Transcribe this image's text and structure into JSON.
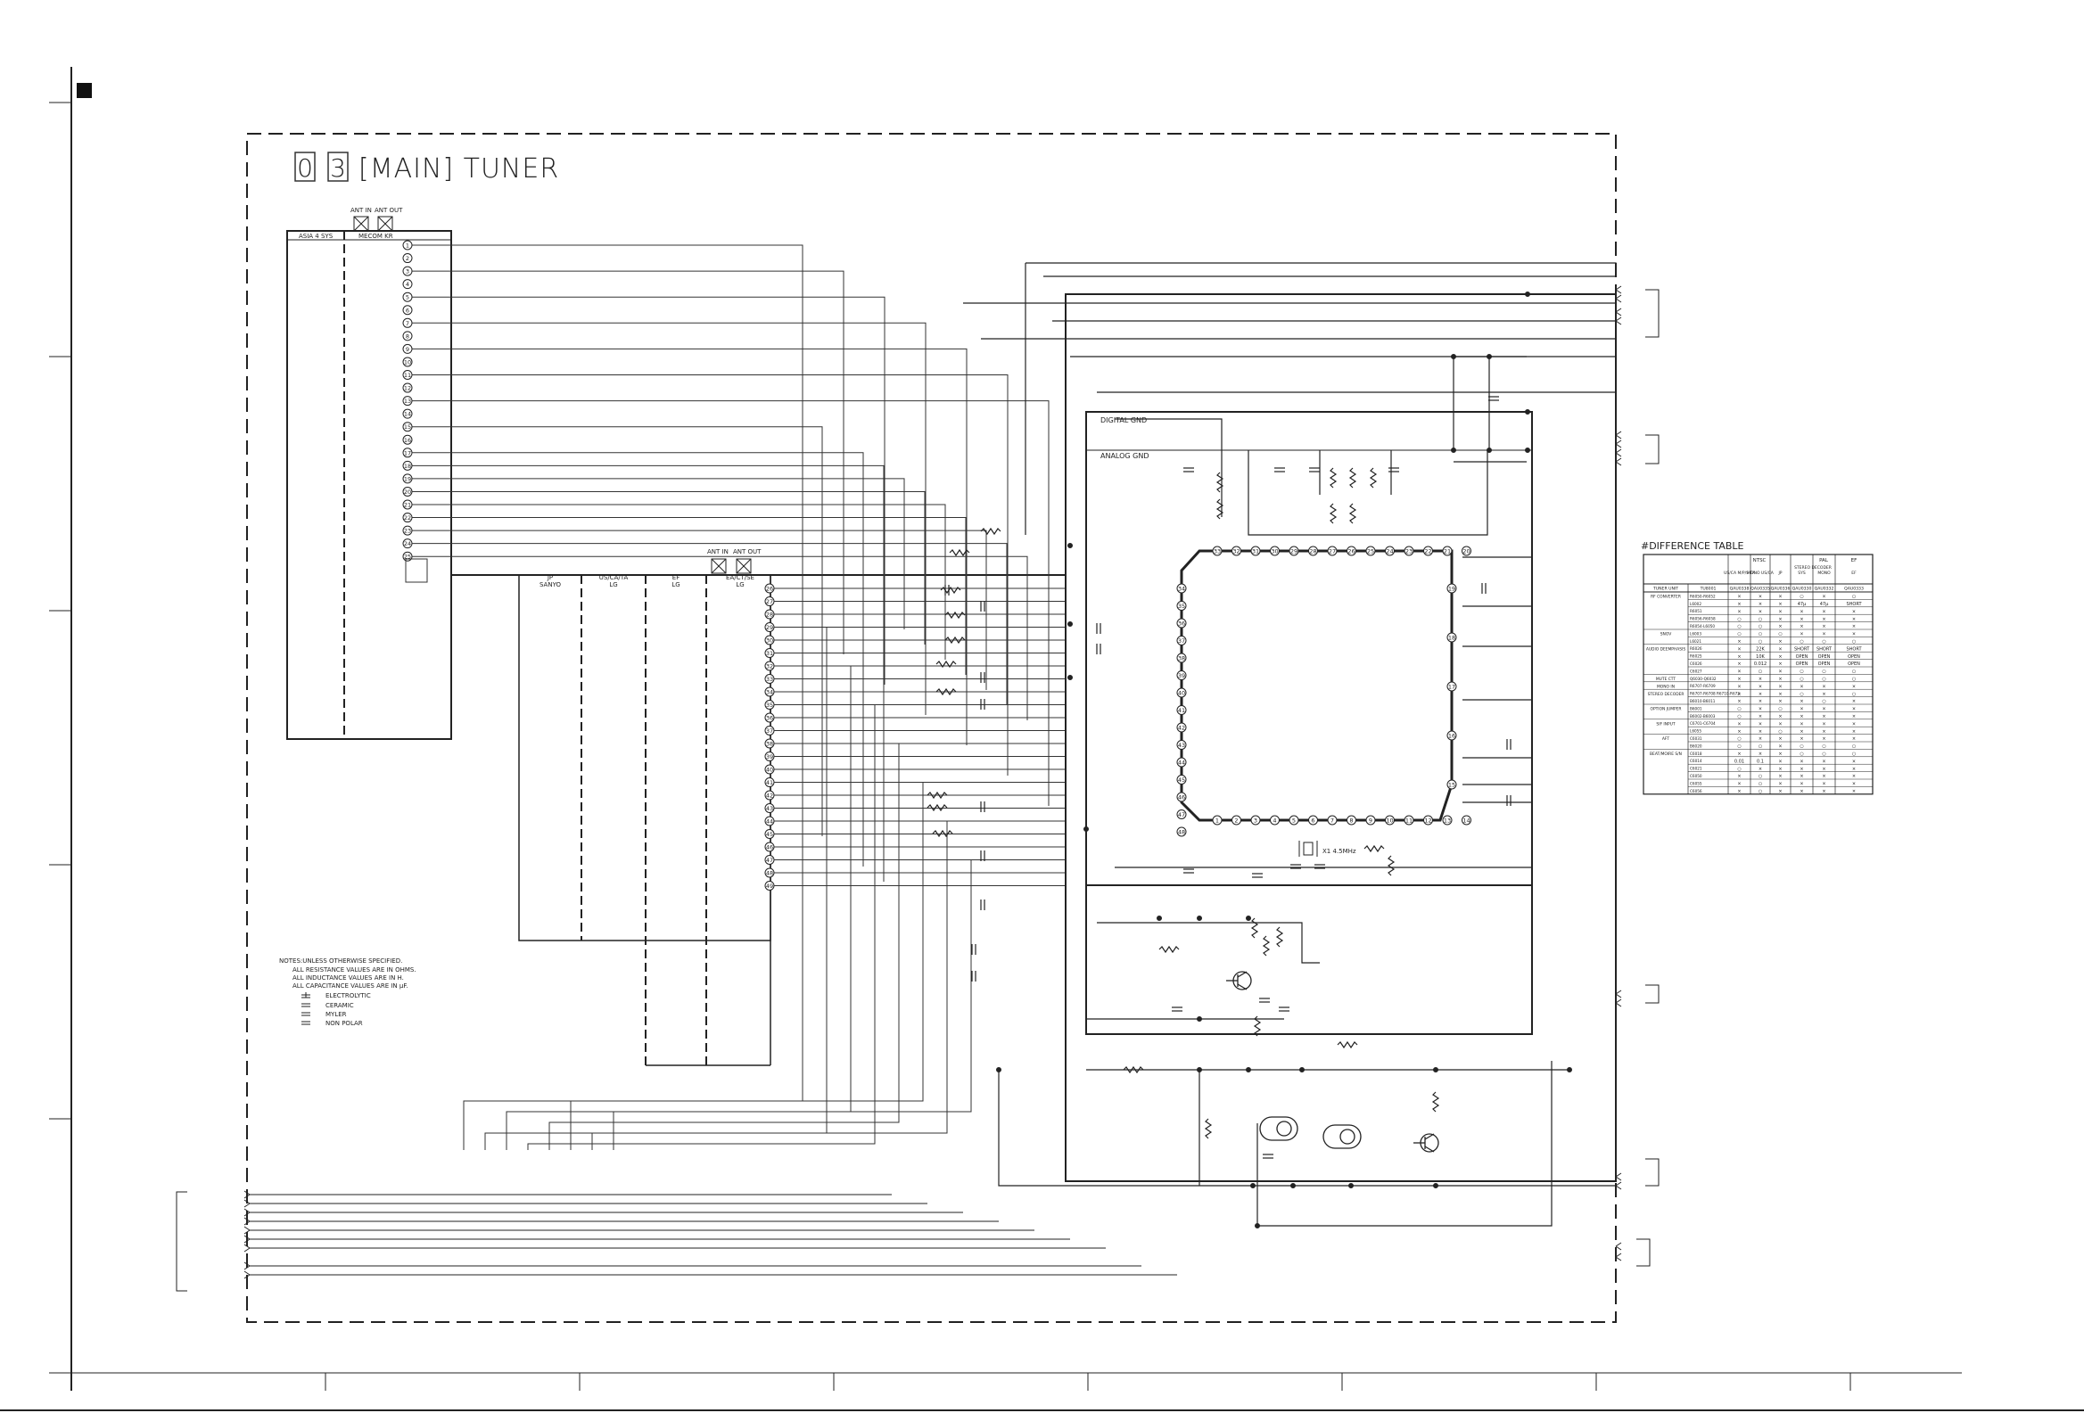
{
  "title": {
    "digits": [
      "0",
      "3"
    ],
    "text": "[MAIN] TUNER"
  },
  "connectors": {
    "ant_in": "ANT IN",
    "ant_out": "ANT OUT",
    "left_module_a": "ASIA 4 SYS",
    "left_module_b": "MECOM KR",
    "module_jp": "JP",
    "module_jp_maker": "SANYO",
    "module_us": "US/CA/TA",
    "module_us_maker": "LG",
    "module_ef": "EF",
    "module_ef_maker": "LG",
    "module_ea": "EA/CT/SE",
    "module_ea_maker": "LG"
  },
  "pins_left": [
    "1",
    "2",
    "3",
    "4",
    "5",
    "6",
    "7",
    "8",
    "9",
    "10",
    "11",
    "12",
    "13",
    "14",
    "15",
    "16",
    "17",
    "18",
    "19",
    "20",
    "21",
    "22",
    "23",
    "24",
    "25"
  ],
  "pins_mid": [
    "26",
    "27",
    "28",
    "29",
    "30",
    "31",
    "32",
    "33",
    "34",
    "35",
    "36",
    "37",
    "38",
    "39",
    "40",
    "41",
    "42",
    "43",
    "44",
    "45",
    "46",
    "47",
    "48",
    "49"
  ],
  "ic": {
    "top_pins": [
      "33",
      "32",
      "31",
      "30",
      "29",
      "28",
      "27",
      "26",
      "25",
      "24",
      "23",
      "22",
      "21",
      "20"
    ],
    "bottom_pins": [
      "1",
      "2",
      "3",
      "4",
      "5",
      "6",
      "7",
      "8",
      "9",
      "10",
      "11",
      "12",
      "13",
      "14"
    ],
    "left_pins": [
      "34",
      "35",
      "36",
      "37",
      "38",
      "39",
      "40",
      "41",
      "42",
      "43",
      "44",
      "45",
      "46",
      "47",
      "48"
    ],
    "right_pins": [
      "19",
      "18",
      "17",
      "16",
      "15"
    ],
    "crystal": "X1 4.5MHz"
  },
  "ground_labels": {
    "digital": "DIGITAL GND",
    "analog": "ANALOG GND"
  },
  "notes": {
    "heading": "NOTES:UNLESS OTHERWISE SPECIFIED.",
    "lines": [
      "ALL RESISTANCE VALUES ARE IN OHMS.",
      "ALL INDUCTANCE VALUES ARE IN H.",
      "ALL CAPACITANCE VALUES ARE IN µF."
    ],
    "legend": [
      "ELECTROLYTIC",
      "CERAMIC",
      "MYLER",
      "NON POLAR"
    ]
  },
  "difference_table": {
    "title": "#DIFFERENCE TABLE",
    "group_headers": [
      "NTSC",
      "PAL",
      "EF"
    ],
    "sub_headers": [
      "US/CA M/P/S TA",
      "MONO US/CA",
      "JP",
      "STEREO DECODER",
      "SYS",
      "MONO",
      "EF"
    ],
    "model_row": [
      "TUNER UNIT",
      "TU8001",
      "QAU0338",
      "QAU0335",
      "QAU0336",
      "QAU0330",
      "QAU0332",
      "QAU0333"
    ],
    "rows": [
      {
        "group": "RF CONVERTER",
        "part": "R6050-R6052",
        "cells": [
          "×",
          "×",
          "×",
          "○",
          "×",
          "○"
        ]
      },
      {
        "group": "",
        "part": "L6002",
        "cells": [
          "×",
          "×",
          "×",
          "47µ",
          "47µ",
          "SHORT"
        ]
      },
      {
        "group": "",
        "part": "R6051",
        "cells": [
          "×",
          "×",
          "×",
          "×",
          "×",
          "×"
        ]
      },
      {
        "group": "",
        "part": "R6056-R6058",
        "cells": [
          "○",
          "○",
          "×",
          "×",
          "×",
          "×"
        ]
      },
      {
        "group": "",
        "part": "R6054-L6050",
        "cells": [
          "○",
          "○",
          "×",
          "×",
          "×",
          "×"
        ]
      },
      {
        "group": "SNOV",
        "part": "L6003",
        "cells": [
          "○",
          "○",
          "○",
          "×",
          "×",
          "×"
        ]
      },
      {
        "group": "",
        "part": "L6021",
        "cells": [
          "×",
          "○",
          "×",
          "○",
          "○",
          "○"
        ]
      },
      {
        "group": "AUDIO DEEMPHASIS",
        "part": "R6026",
        "cells": [
          "×",
          "22K",
          "×",
          "SHORT",
          "SHORT",
          "SHORT"
        ]
      },
      {
        "group": "",
        "part": "R6025",
        "cells": [
          "×",
          "10K",
          "×",
          "OPEN",
          "OPEN",
          "OPEN"
        ]
      },
      {
        "group": "",
        "part": "C6026",
        "cells": [
          "×",
          "0.012",
          "×",
          "OPEN",
          "OPEN",
          "OPEN"
        ]
      },
      {
        "group": "",
        "part": "C6027",
        "cells": [
          "×",
          "○",
          "×",
          "○",
          "○",
          "○"
        ]
      },
      {
        "group": "MUTE CTT",
        "part": "Q6030-Q6032",
        "cells": [
          "×",
          "×",
          "×",
          "○",
          "○",
          "○"
        ]
      },
      {
        "group": "MONO IN",
        "part": "R6707-R6709",
        "cells": [
          "×",
          "×",
          "×",
          "×",
          "×",
          "×"
        ]
      },
      {
        "group": "STEREO DECODER",
        "part": "R6707-R6708 R6710-R6721 C6707-C6708 C6713-C6717 C6719-C6723 C6702-R6701 R6703-R6708 IC6701-IR6703",
        "cells": [
          "×",
          "×",
          "×",
          "○",
          "×",
          "○"
        ]
      },
      {
        "group": "",
        "part": "B6010-B6011",
        "cells": [
          "×",
          "×",
          "×",
          "×",
          "○",
          "×"
        ]
      },
      {
        "group": "OPTION JUMPER",
        "part": "B6001",
        "cells": [
          "○",
          "×",
          "○",
          "×",
          "×",
          "×"
        ]
      },
      {
        "group": "",
        "part": "B6002-B6003",
        "cells": [
          "○",
          "×",
          "×",
          "×",
          "×",
          "×"
        ]
      },
      {
        "group": "SIF INPUT",
        "part": "C6701-C6704",
        "cells": [
          "×",
          "×",
          "×",
          "×",
          "×",
          "×"
        ]
      },
      {
        "group": "",
        "part": "L6055",
        "cells": [
          "×",
          "×",
          "○",
          "×",
          "×",
          "×"
        ]
      },
      {
        "group": "AFT",
        "part": "C6031",
        "cells": [
          "○",
          "×",
          "×",
          "×",
          "×",
          "×"
        ]
      },
      {
        "group": "",
        "part": "B6020",
        "cells": [
          "○",
          "○",
          "×",
          "○",
          "○",
          "○"
        ]
      },
      {
        "group": "BEAT/MOIRE S/N",
        "part": "C6018",
        "cells": [
          "×",
          "×",
          "×",
          "○",
          "○",
          "○"
        ]
      },
      {
        "group": "",
        "part": "C6014",
        "cells": [
          "0.01",
          "0.1",
          "×",
          "×",
          "×",
          "×"
        ]
      },
      {
        "group": "",
        "part": "C6021",
        "cells": [
          "○",
          "×",
          "×",
          "×",
          "×",
          "×"
        ]
      },
      {
        "group": "",
        "part": "C6050",
        "cells": [
          "×",
          "○",
          "×",
          "×",
          "×",
          "×"
        ]
      },
      {
        "group": "",
        "part": "C6055",
        "cells": [
          "×",
          "○",
          "×",
          "×",
          "×",
          "×"
        ]
      },
      {
        "group": "",
        "part": "C6056",
        "cells": [
          "×",
          "○",
          "×",
          "×",
          "×",
          "×"
        ]
      }
    ]
  }
}
